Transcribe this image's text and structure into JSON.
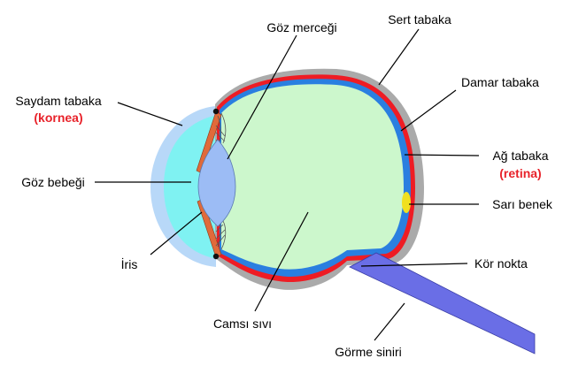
{
  "labels": {
    "lens": "Göz merceği",
    "sclera": "Sert tabaka",
    "cornea_main": "Saydam tabaka",
    "cornea_sub": "(kornea)",
    "choroid": "Damar tabaka",
    "retina_main": "Ağ tabaka",
    "retina_sub": "(retina)",
    "pupil": "Göz bebeği",
    "macula": "Sarı benek",
    "iris": "İris",
    "blind_spot": "Kör nokta",
    "vitreous": "Camsı sıvı",
    "optic_nerve": "Görme siniri"
  },
  "colors": {
    "sclera": "#aaaaaa",
    "choroid": "#ee1c24",
    "retina": "#2a7fe0",
    "vitreous": "#ccf7cc",
    "cornea_outer": "#b8d8f8",
    "aqueous": "#7ff2f2",
    "lens": "#9cbcf5",
    "iris": "#e06a3a",
    "macula": "#f0e020",
    "optic_nerve": "#6a6ee6",
    "subtitle": "#e8222a"
  }
}
